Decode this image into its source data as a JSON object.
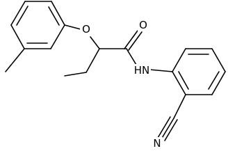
{
  "molecule": {
    "atoms": {
      "oxygen_ether": "O",
      "oxygen_carbonyl": "O",
      "amide_nh": "HN",
      "nitrile_n": "N"
    }
  }
}
